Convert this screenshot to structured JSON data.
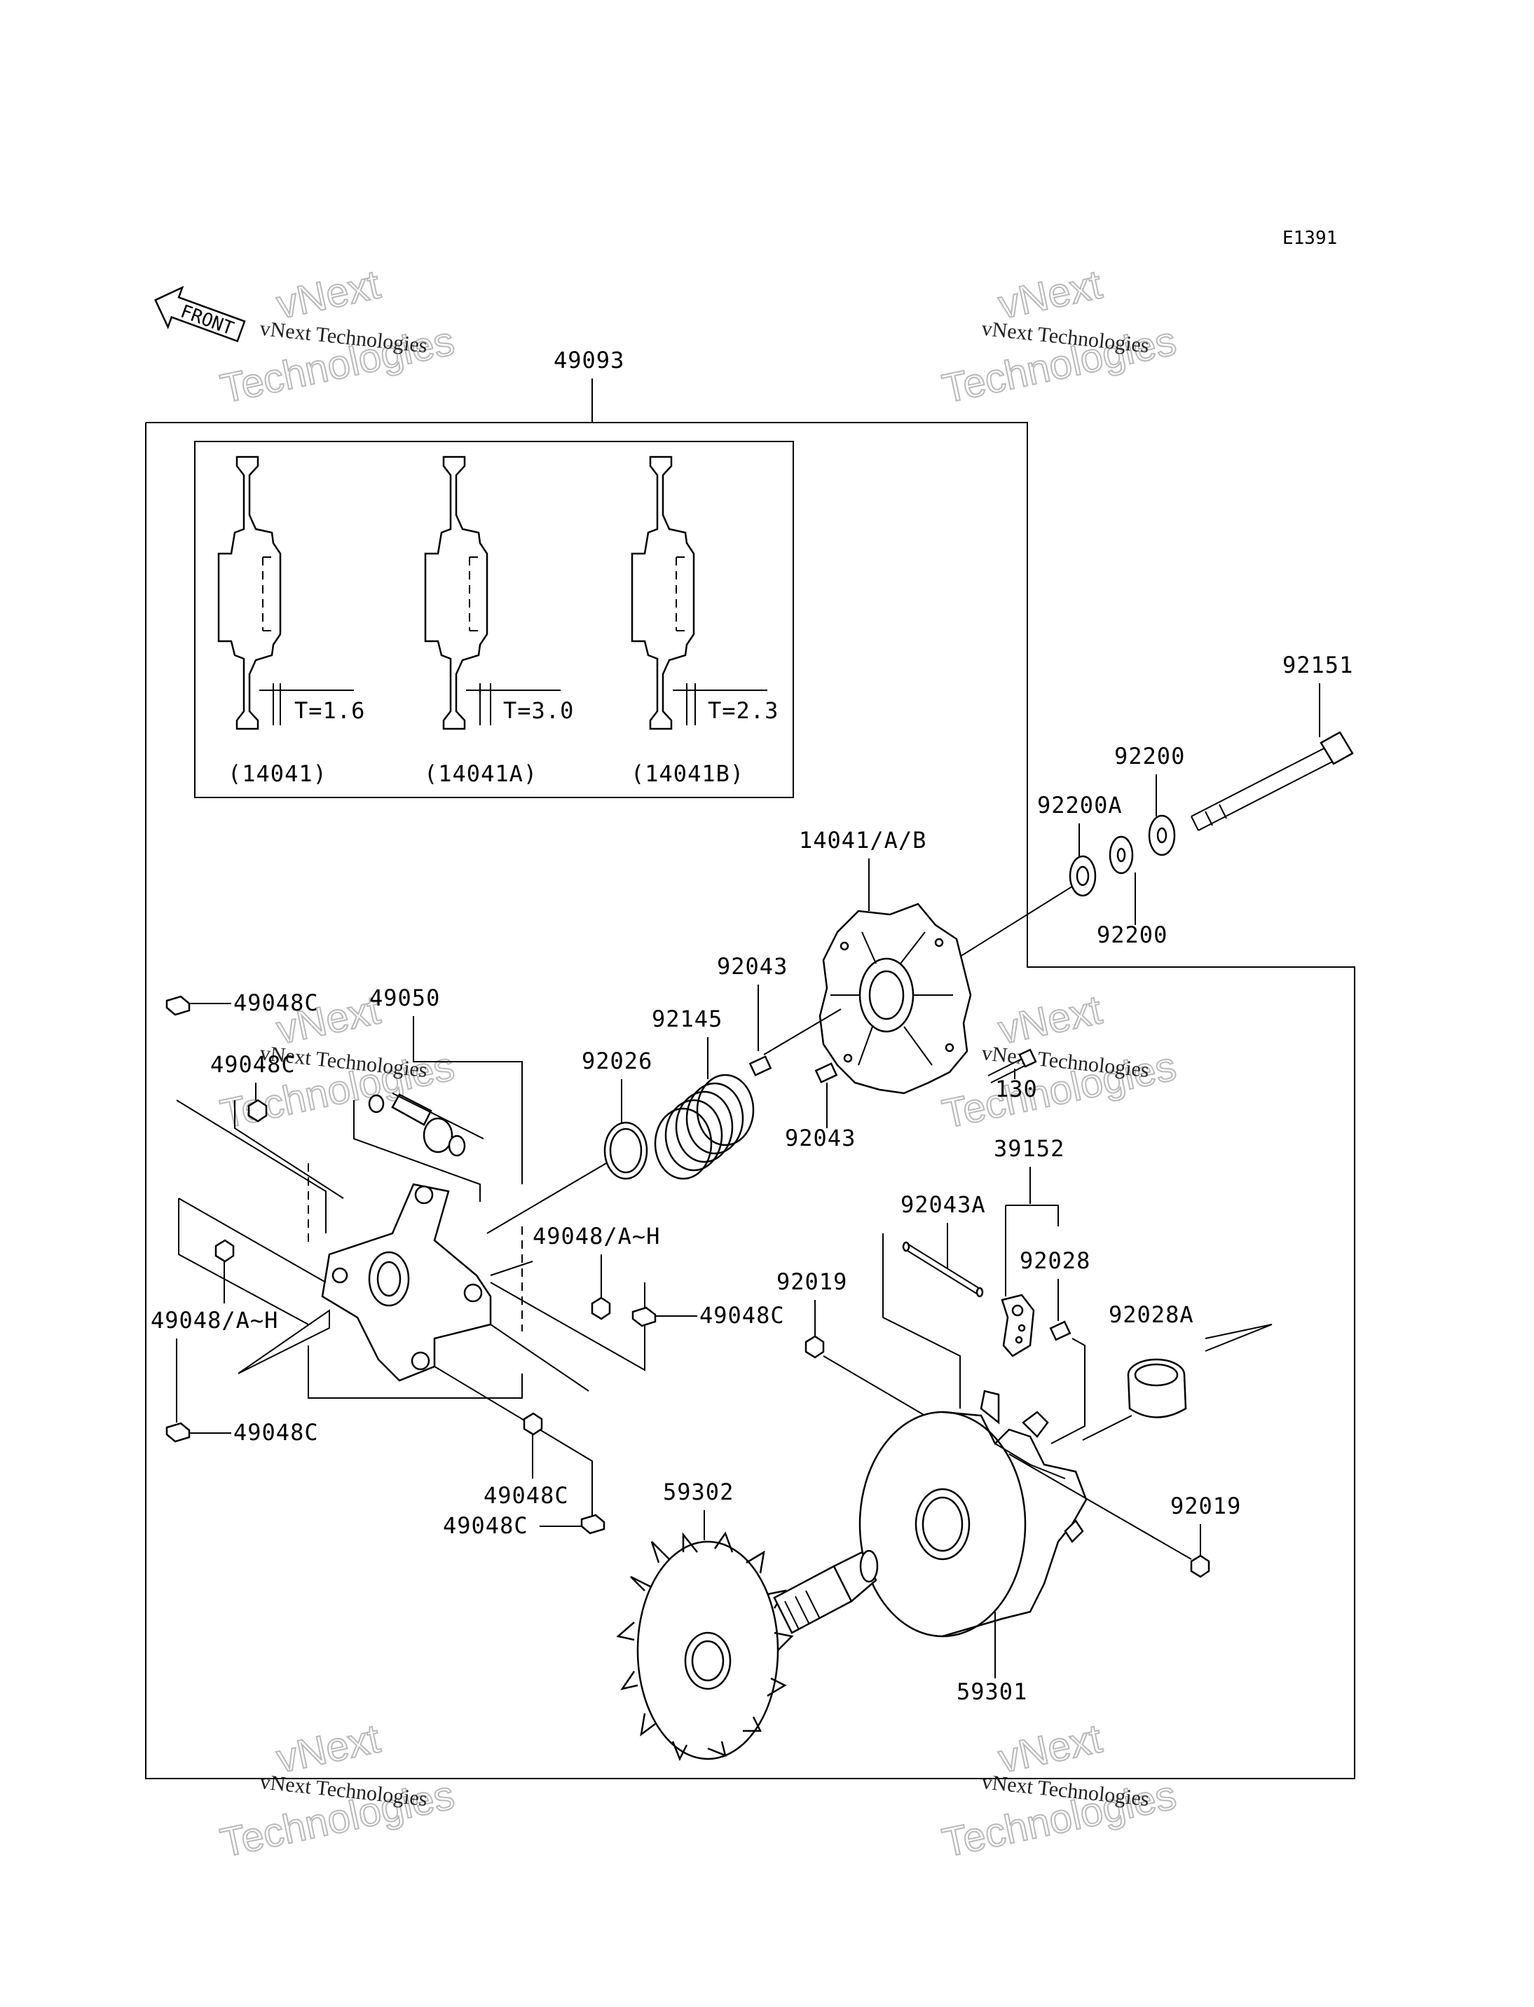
{
  "diagram_id": "E1391",
  "front_arrow": "FRONT",
  "watermark_small": "vNext Technologies",
  "watermark_big_line1": "vNext",
  "watermark_big_line2": "Technologies",
  "inset": {
    "items": [
      {
        "thickness": "T=1.6",
        "part": "(14041)"
      },
      {
        "thickness": "T=3.0",
        "part": "(14041A)"
      },
      {
        "thickness": "T=2.3",
        "part": "(14041B)"
      }
    ]
  },
  "labels": {
    "assembly": "49093",
    "p92151": "92151",
    "p92200_top": "92200",
    "p92200A": "92200A",
    "p14041AB": "14041/A/B",
    "p92200_bot": "92200",
    "p92043_top": "92043",
    "p92145": "92145",
    "p92026": "92026",
    "p130": "130",
    "p92043_bot": "92043",
    "p49048C_1": "49048C",
    "p49050": "49050",
    "p49048C_2": "49048C",
    "p39152": "39152",
    "p92043A": "92043A",
    "p49048AH_r": "49048/A~H",
    "p92019_top": "92019",
    "p92028": "92028",
    "p92028A": "92028A",
    "p49048C_3": "49048C",
    "p49048AH_l": "49048/A~H",
    "p49048C_4": "49048C",
    "p49048C_5": "49048C",
    "p49048C_6": "49048C",
    "p59302": "59302",
    "p92019_bot": "92019",
    "p59301": "59301"
  }
}
